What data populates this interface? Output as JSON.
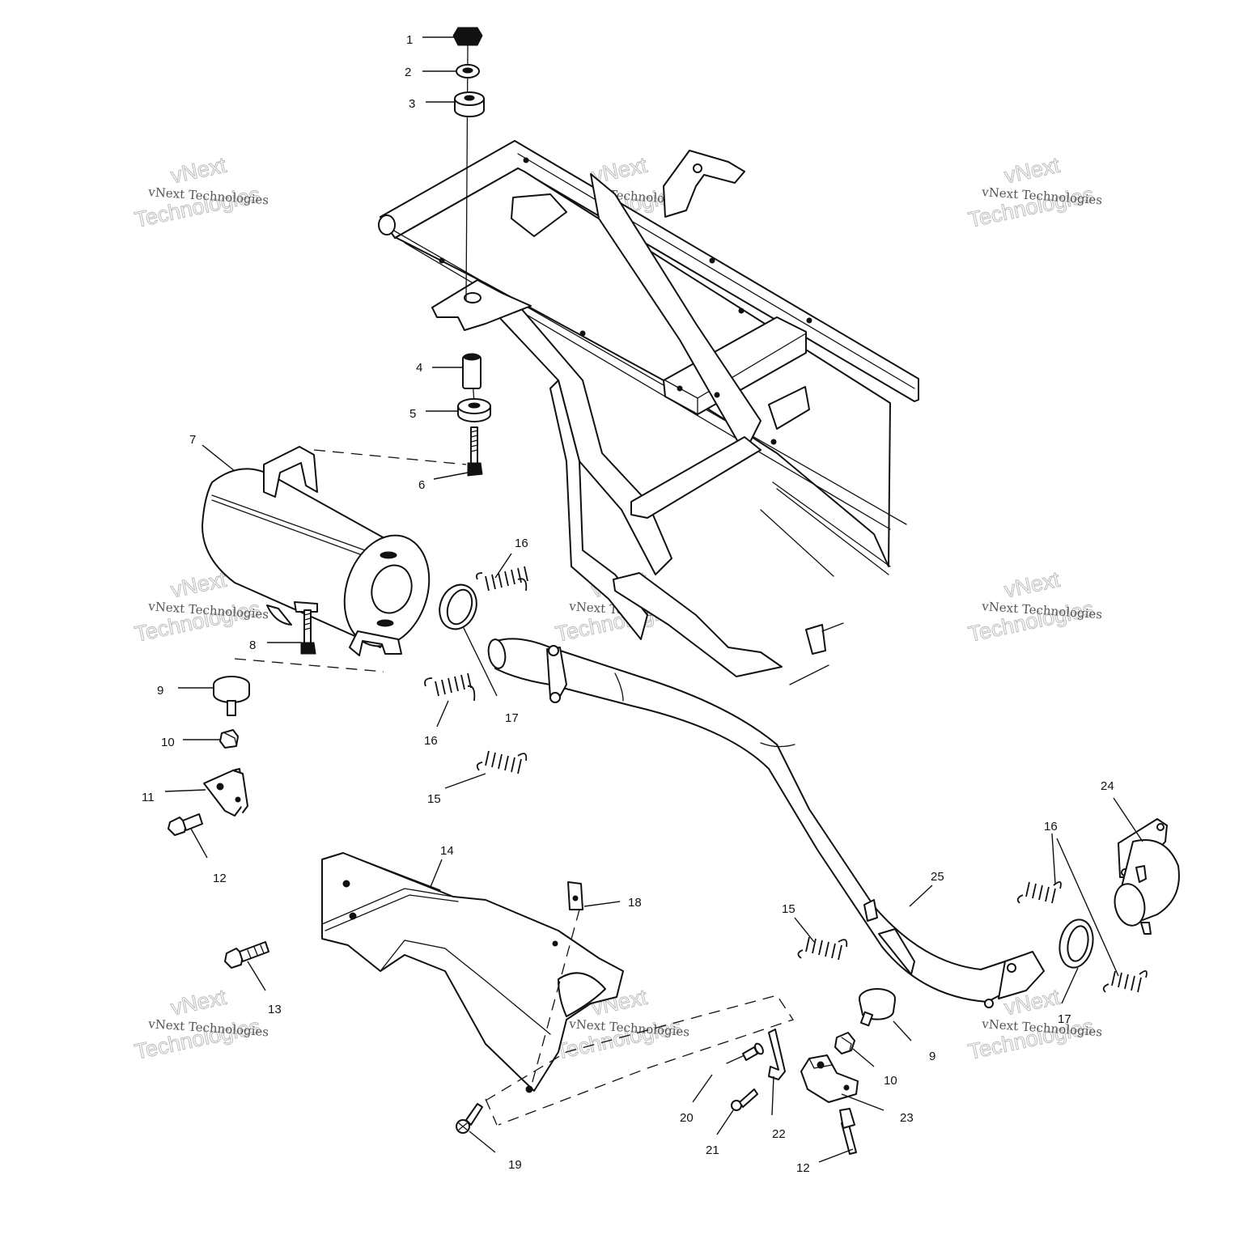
{
  "watermark": {
    "line1": "vNext Technologies",
    "line2_a": "vNext",
    "line2_b": "Technologies"
  },
  "callouts": [
    {
      "id": "c1",
      "label": "1"
    },
    {
      "id": "c2",
      "label": "2"
    },
    {
      "id": "c3",
      "label": "3"
    },
    {
      "id": "c4",
      "label": "4"
    },
    {
      "id": "c5",
      "label": "5"
    },
    {
      "id": "c6",
      "label": "6"
    },
    {
      "id": "c7",
      "label": "7"
    },
    {
      "id": "c8",
      "label": "8"
    },
    {
      "id": "c9a",
      "label": "9"
    },
    {
      "id": "c10a",
      "label": "10"
    },
    {
      "id": "c11",
      "label": "11"
    },
    {
      "id": "c12a",
      "label": "12"
    },
    {
      "id": "c13",
      "label": "13"
    },
    {
      "id": "c14",
      "label": "14"
    },
    {
      "id": "c15a",
      "label": "15"
    },
    {
      "id": "c16a",
      "label": "16"
    },
    {
      "id": "c16b",
      "label": "16"
    },
    {
      "id": "c17a",
      "label": "17"
    },
    {
      "id": "c18",
      "label": "18"
    },
    {
      "id": "c19",
      "label": "19"
    },
    {
      "id": "c20",
      "label": "20"
    },
    {
      "id": "c21",
      "label": "21"
    },
    {
      "id": "c22",
      "label": "22"
    },
    {
      "id": "c23",
      "label": "23"
    },
    {
      "id": "c24",
      "label": "24"
    },
    {
      "id": "c25",
      "label": "25"
    },
    {
      "id": "c15b",
      "label": "15"
    },
    {
      "id": "c16c",
      "label": "16"
    },
    {
      "id": "c17b",
      "label": "17"
    },
    {
      "id": "c9b",
      "label": "9"
    },
    {
      "id": "c10b",
      "label": "10"
    },
    {
      "id": "c12b",
      "label": "12"
    }
  ]
}
